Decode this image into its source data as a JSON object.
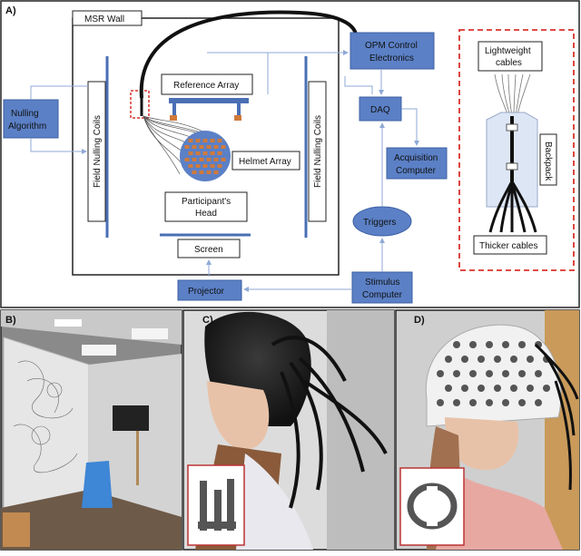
{
  "panels": {
    "a": {
      "letter": "A)",
      "msr_wall": "MSR Wall",
      "reference_array": "Reference Array",
      "helmet_array": "Helmet Array",
      "participant_head": "Participant's Head",
      "screen": "Screen",
      "field_nulling_coils": "Field Nulling Coils",
      "nulling_algorithm": "Nulling Algorithm",
      "opm_control": "OPM Control Electronics",
      "daq": "DAQ",
      "acquisition_computer": "Acquisition Computer",
      "triggers": "Triggers",
      "stimulus_computer": "Stimulus Computer",
      "projector": "Projector",
      "lightweight_cables": "Lightweight cables",
      "backpack": "Backpack",
      "thicker_cables": "Thicker cables"
    },
    "b": {
      "letter": "B)"
    },
    "c": {
      "letter": "C)"
    },
    "d": {
      "letter": "D)"
    }
  },
  "colors": {
    "box_blue": "#5b80c6",
    "line_blue": "#8fa9d6",
    "dashed_red": "#d9322c",
    "coil_blue": "#4a6fb5"
  }
}
